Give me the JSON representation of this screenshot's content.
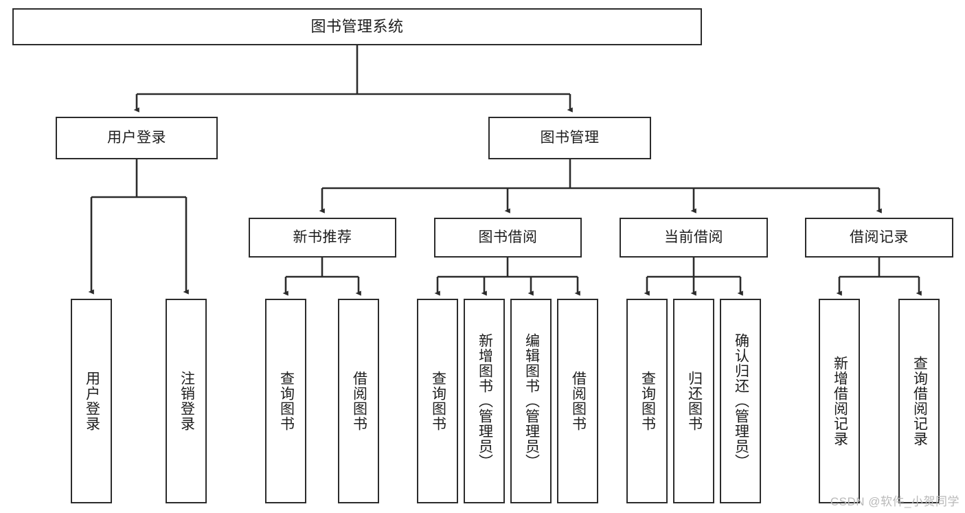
{
  "diagram": {
    "title": "图书管理系统",
    "type": "hierarchy-tree",
    "watermark": "CSDN @软件_小贺同学",
    "colors": {
      "box_border": "#2b2b2b",
      "box_fill": "#ffffff",
      "connector": "#2b2b2b",
      "text": "#1d1d1d",
      "watermark": "#b9b9b9"
    },
    "levels": {
      "root": {
        "label": "图书管理系统"
      },
      "level2": [
        {
          "id": "user-login",
          "label": "用户登录"
        },
        {
          "id": "book-management",
          "label": "图书管理"
        }
      ],
      "level3": [
        {
          "id": "new-book-recommend",
          "label": "新书推荐",
          "parent": "book-management"
        },
        {
          "id": "book-borrow",
          "label": "图书借阅",
          "parent": "book-management"
        },
        {
          "id": "current-borrow",
          "label": "当前借阅",
          "parent": "book-management"
        },
        {
          "id": "borrow-record",
          "label": "借阅记录",
          "parent": "book-management"
        }
      ],
      "leaves": [
        {
          "id": "leaf-user-login",
          "label": "用户登录",
          "parent": "user-login"
        },
        {
          "id": "leaf-logout",
          "label": "注销登录",
          "parent": "user-login"
        },
        {
          "id": "leaf-query-book-1",
          "label": "查询图书",
          "parent": "new-book-recommend"
        },
        {
          "id": "leaf-borrow-book-1",
          "label": "借阅图书",
          "parent": "new-book-recommend"
        },
        {
          "id": "leaf-query-book-2",
          "label": "查询图书",
          "parent": "book-borrow"
        },
        {
          "id": "leaf-add-book",
          "label": "新增图书（管理员）",
          "parent": "book-borrow"
        },
        {
          "id": "leaf-edit-book",
          "label": "编辑图书（管理员）",
          "parent": "book-borrow"
        },
        {
          "id": "leaf-borrow-book-2",
          "label": "借阅图书",
          "parent": "book-borrow"
        },
        {
          "id": "leaf-query-book-3",
          "label": "查询图书",
          "parent": "current-borrow"
        },
        {
          "id": "leaf-return-book",
          "label": "归还图书",
          "parent": "current-borrow"
        },
        {
          "id": "leaf-confirm-return",
          "label": "确认归还（管理员）",
          "parent": "current-borrow"
        },
        {
          "id": "leaf-add-record",
          "label": "新增借阅记录",
          "parent": "borrow-record"
        },
        {
          "id": "leaf-query-record",
          "label": "查询借阅记录",
          "parent": "borrow-record"
        }
      ]
    }
  }
}
